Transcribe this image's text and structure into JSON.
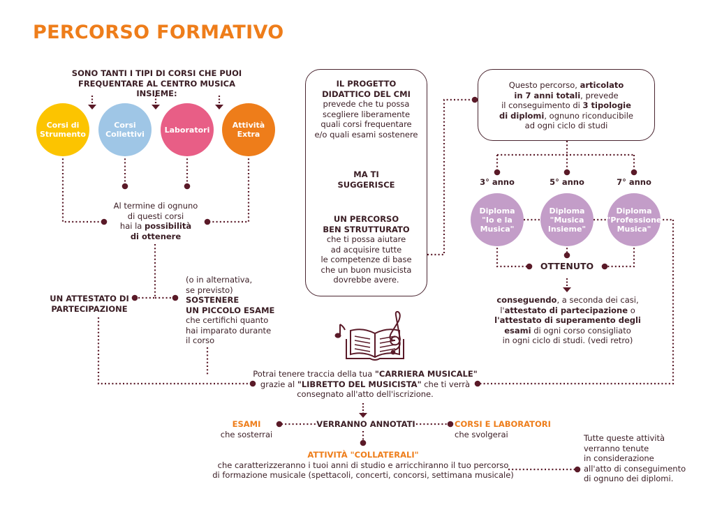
{
  "title": "PERCORSO FORMATIVO",
  "colors": {
    "primary": "#ee7d1a",
    "text": "#3a1d24",
    "dots": "#5a1a28",
    "course_yellow": "#fcc400",
    "course_blue": "#9fc6e6",
    "course_pink": "#e85e86",
    "course_orange": "#ee7d1a",
    "diploma_purple": "#c39dc8"
  },
  "intro": {
    "line1": "SONO TANTI I TIPI DI CORSI CHE PUOI",
    "line2": "FREQUENTARE AL CENTRO MUSICA INSIEME:"
  },
  "courses": {
    "strumento": {
      "l1": "Corsi di",
      "l2": "Strumento"
    },
    "collettivi": {
      "l1": "Corsi",
      "l2": "Collettivi"
    },
    "laboratori": {
      "l1": "Laboratori"
    },
    "extra": {
      "l1": "Attività",
      "l2": "Extra"
    }
  },
  "end_courses": {
    "l1": "Al termine di ognuno",
    "l2": "di questi corsi",
    "l3a": "hai la ",
    "l3b": "possibilità",
    "l4": "di ottenere"
  },
  "attestato": {
    "l1": "UN ATTESTATO DI",
    "l2": "PARTECIPAZIONE"
  },
  "esame": {
    "l1": "(o in alternativa,",
    "l2": "se previsto)",
    "l3": "SOSTENERE",
    "l4": "UN PICCOLO ESAME",
    "l5": "che certifichi quanto",
    "l6": "hai imparato durante",
    "l7": "il corso"
  },
  "progetto": {
    "h1": "IL PROGETTO",
    "h2": "DIDATTICO DEL CMI",
    "p1": "prevede che tu possa",
    "p2": "scegliere liberamente",
    "p3": "quali corsi frequentare",
    "p4": "e/o quali esami sostenere",
    "s1": "MA TI",
    "s2": "SUGGERISCE",
    "r1": "UN PERCORSO",
    "r2": "BEN STRUTTURATO",
    "q1": "che ti possa aiutare",
    "q2": "ad acquisire tutte",
    "q3": "le competenze di base",
    "q4": "che un buon musicista",
    "q5": "dovrebbe avere."
  },
  "percorso": {
    "a": "Questo percorso, ",
    "b": "articolato",
    "c": "in 7 anni totali",
    "d": ", prevede",
    "e": "il conseguimento di ",
    "f": "3 tipologie",
    "g": "di diplomi",
    "h": ", ognuno riconducibile",
    "i": "ad ogni ciclo di studi"
  },
  "diplomas": [
    {
      "year": "3° anno",
      "l1": "Diploma",
      "l2": "\"Io e la",
      "l3": "Musica\""
    },
    {
      "year": "5° anno",
      "l1": "Diploma",
      "l2": "\"Musica",
      "l3": "Insieme\""
    },
    {
      "year": "7° anno",
      "l1": "Diploma",
      "l2": "\"Professione",
      "l3": "Musica\""
    }
  ],
  "ottenuto": "OTTENUTO",
  "conseguendo": {
    "a": "conseguendo",
    "b": ", a seconda dei casi,",
    "c": "l'",
    "d": "attestato di partecipazione",
    "e": " o",
    "f": "l'attestato di superamento degli",
    "g": "esami",
    "h": " di ogni corso consigliato",
    "i": "in ogni ciclo di studi. (vedi retro)"
  },
  "carriera": {
    "a": "Potrai tenere traccia della tua ",
    "b": "\"CARRIERA MUSICALE\"",
    "c": "grazie al ",
    "d": "\"LIBRETTO DEL MUSICISTA\"",
    "e": " che ti verrà",
    "f": "consegnato all'atto dell'iscrizione."
  },
  "annotati": "VERRANNO ANNOTATI",
  "esami_label": "ESAMI",
  "esami_sub": "che sosterrai",
  "corsi_lab_label": "CORSI E LABORATORI",
  "corsi_lab_sub": "che svolgerai",
  "collaterali": {
    "h": "ATTIVITÀ \"COLLATERALI\"",
    "l1": "che caratterizzeranno i tuoi anni di studio e arricchiranno il tuo percorso",
    "l2": "di formazione musicale (spettacoli, concerti, concorsi, settimana musicale)"
  },
  "tutte": {
    "l1": "Tutte queste attività",
    "l2": "verranno tenute",
    "l3": "in considerazione",
    "l4": "all'atto di conseguimento",
    "l5": "di ognuno dei diplomi."
  },
  "icons": [
    "down-arrow-icon",
    "dot-connector-icon",
    "open-book-icon",
    "music-note-icon",
    "treble-clef-icon"
  ]
}
